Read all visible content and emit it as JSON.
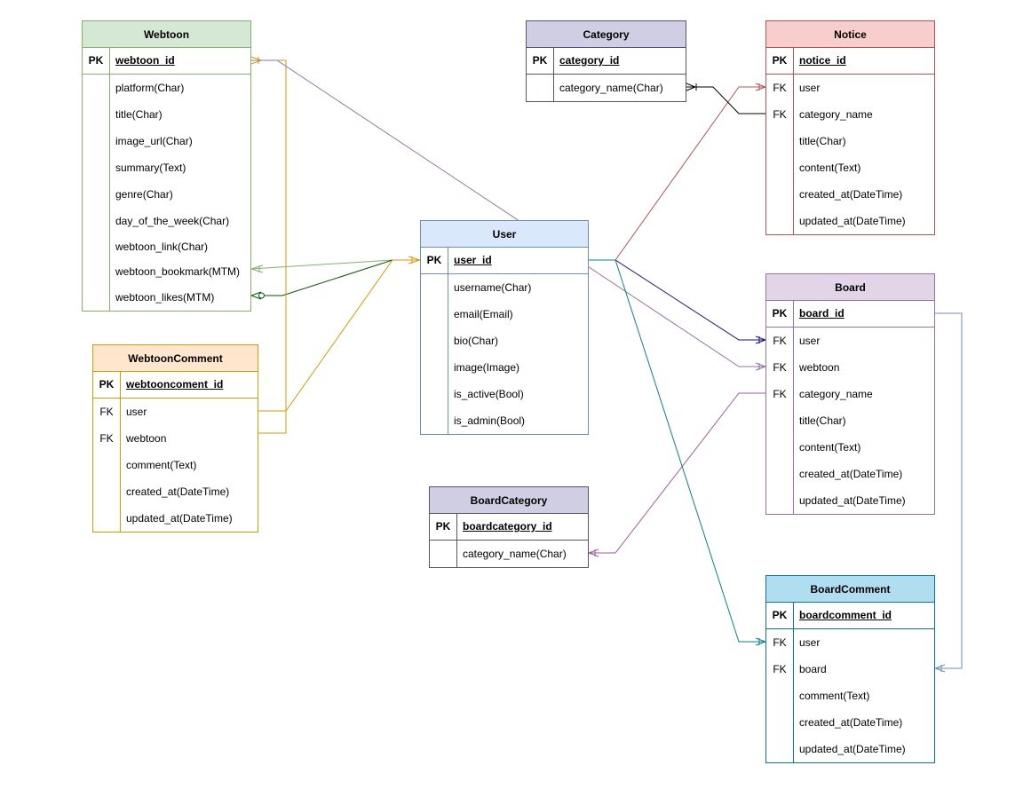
{
  "entities": [
    {
      "id": "webtoon",
      "title": "Webtoon",
      "fill": "#d5e8d4",
      "stroke": "#82b366",
      "pk": "webtoon_id",
      "fields": [
        {
          "key": "",
          "name": "platform(Char)"
        },
        {
          "key": "",
          "name": "title(Char)"
        },
        {
          "key": "",
          "name": "image_url(Char)"
        },
        {
          "key": "",
          "name": "summary(Text)"
        },
        {
          "key": "",
          "name": "genre(Char)"
        },
        {
          "key": "",
          "name": "day_of_the_week(Char)"
        },
        {
          "key": "",
          "name": "webtoon_link(Char)"
        },
        {
          "key": "",
          "name": "webtoon_bookmark(MTM)"
        },
        {
          "key": "",
          "name": "webtoon_likes(MTM)"
        }
      ]
    },
    {
      "id": "webtooncomment",
      "title": "WebtoonComment",
      "fill": "#ffe6cc",
      "stroke": "#d79b00",
      "pk": "webtooncoment_id",
      "fields": [
        {
          "key": "FK",
          "name": "user"
        },
        {
          "key": "FK",
          "name": "webtoon"
        },
        {
          "key": "",
          "name": "comment(Text)"
        },
        {
          "key": "",
          "name": "created_at(DateTime)"
        },
        {
          "key": "",
          "name": "updated_at(DateTime)"
        }
      ]
    },
    {
      "id": "user",
      "title": "User",
      "fill": "#dae8fc",
      "stroke": "#6c8ebf",
      "pk": "user_id",
      "fields": [
        {
          "key": "",
          "name": "username(Char)"
        },
        {
          "key": "",
          "name": "email(Email)"
        },
        {
          "key": "",
          "name": "bio(Char)"
        },
        {
          "key": "",
          "name": "image(Image)"
        },
        {
          "key": "",
          "name": "is_active(Bool)"
        },
        {
          "key": "",
          "name": "is_admin(Bool)"
        }
      ]
    },
    {
      "id": "boardcategory",
      "title": "BoardCategory",
      "fill": "#d0cee2",
      "stroke": "#56517e",
      "pk": "boardcategory_id",
      "fields": [
        {
          "key": "",
          "name": "category_name(Char)"
        }
      ]
    },
    {
      "id": "category",
      "title": "Category",
      "fill": "#d0cee2",
      "stroke": "#56517e",
      "pk": "category_id",
      "fields": [
        {
          "key": "",
          "name": "category_name(Char)"
        }
      ]
    },
    {
      "id": "notice",
      "title": "Notice",
      "fill": "#f8cecc",
      "stroke": "#b85450",
      "pk": "notice_id",
      "fields": [
        {
          "key": "FK",
          "name": "user"
        },
        {
          "key": "FK",
          "name": "category_name"
        },
        {
          "key": "",
          "name": "title(Char)"
        },
        {
          "key": "",
          "name": "content(Text)"
        },
        {
          "key": "",
          "name": "created_at(DateTime)"
        },
        {
          "key": "",
          "name": "updated_at(DateTime)"
        }
      ]
    },
    {
      "id": "board",
      "title": "Board",
      "fill": "#e1d5e7",
      "stroke": "#9673a6",
      "pk": "board_id",
      "fields": [
        {
          "key": "FK",
          "name": "user"
        },
        {
          "key": "FK",
          "name": "webtoon"
        },
        {
          "key": "FK",
          "name": "category_name"
        },
        {
          "key": "",
          "name": "title(Char)"
        },
        {
          "key": "",
          "name": "content(Text)"
        },
        {
          "key": "",
          "name": "created_at(DateTime)"
        },
        {
          "key": "",
          "name": "updated_at(DateTime)"
        }
      ]
    },
    {
      "id": "boardcomment",
      "title": "BoardComment",
      "fill": "#b1ddf0",
      "stroke": "#10739e",
      "pk": "boardcomment_id",
      "fields": [
        {
          "key": "FK",
          "name": "user"
        },
        {
          "key": "FK",
          "name": "board"
        },
        {
          "key": "",
          "name": "comment(Text)"
        },
        {
          "key": "",
          "name": "created_at(DateTime)"
        },
        {
          "key": "",
          "name": "updated_at(DateTime)"
        }
      ]
    }
  ],
  "relationships": [
    {
      "from": "User.user_id",
      "to": "Webtoon.webtoon_bookmark",
      "color": "#82b366"
    },
    {
      "from": "User.user_id",
      "to": "Webtoon.webtoon_likes",
      "color": "#005700"
    },
    {
      "from": "User.user_id",
      "to": "WebtoonComment.user",
      "color": "#d79b00"
    },
    {
      "from": "Webtoon.webtoon_id",
      "to": "WebtoonComment.webtoon",
      "color": "#d79b00"
    },
    {
      "from": "Webtoon.webtoon_id",
      "to": "Board.webtoon",
      "color": "#9673a6"
    },
    {
      "from": "User.user_id",
      "to": "Notice.user",
      "color": "#b85450"
    },
    {
      "from": "Category.category_name",
      "to": "Notice.category_name",
      "color": "#000000"
    },
    {
      "from": "User.user_id",
      "to": "Board.user",
      "color": "#1a0d80"
    },
    {
      "from": "BoardCategory.category_name",
      "to": "Board.category_name",
      "color": "#9e5c9c"
    },
    {
      "from": "User.user_id",
      "to": "BoardComment.user",
      "color": "#0e8088"
    },
    {
      "from": "Board.board_id",
      "to": "BoardComment.board",
      "color": "#6c8ebf"
    }
  ]
}
